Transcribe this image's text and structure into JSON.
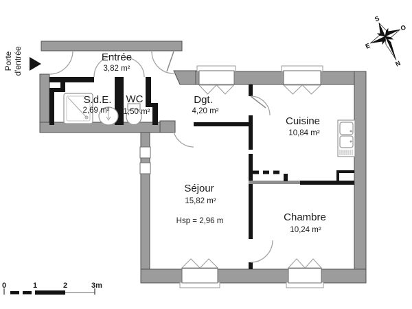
{
  "plan": {
    "entry": {
      "line1": "Porte",
      "line2": "d'entrée"
    },
    "rooms": {
      "entree": {
        "name": "Entrée",
        "area": "3,82 m²"
      },
      "sde": {
        "name": "S.d.E.",
        "area": "2,69 m²"
      },
      "wc": {
        "name": "WC",
        "area": "1,50 m²"
      },
      "dgt": {
        "name": "Dgt.",
        "area": "4,20 m²"
      },
      "cuisine": {
        "name": "Cuisine",
        "area": "10,84 m²"
      },
      "sejour": {
        "name": "Séjour",
        "area": "15,82 m²",
        "ceiling": "Hsp = 2,96 m"
      },
      "chambre": {
        "name": "Chambre",
        "area": "10,24 m²"
      }
    },
    "compass": {
      "s": "S",
      "o": "O",
      "e": "E",
      "n": "N"
    },
    "scale_bar": {
      "labels": [
        "0",
        "1",
        "2",
        "3m"
      ]
    },
    "colors": {
      "wall_fill": "#9c9c9c",
      "wall_edge": "#4f4f4f",
      "interior_wall": "#151515",
      "background": "#ffffff"
    }
  }
}
